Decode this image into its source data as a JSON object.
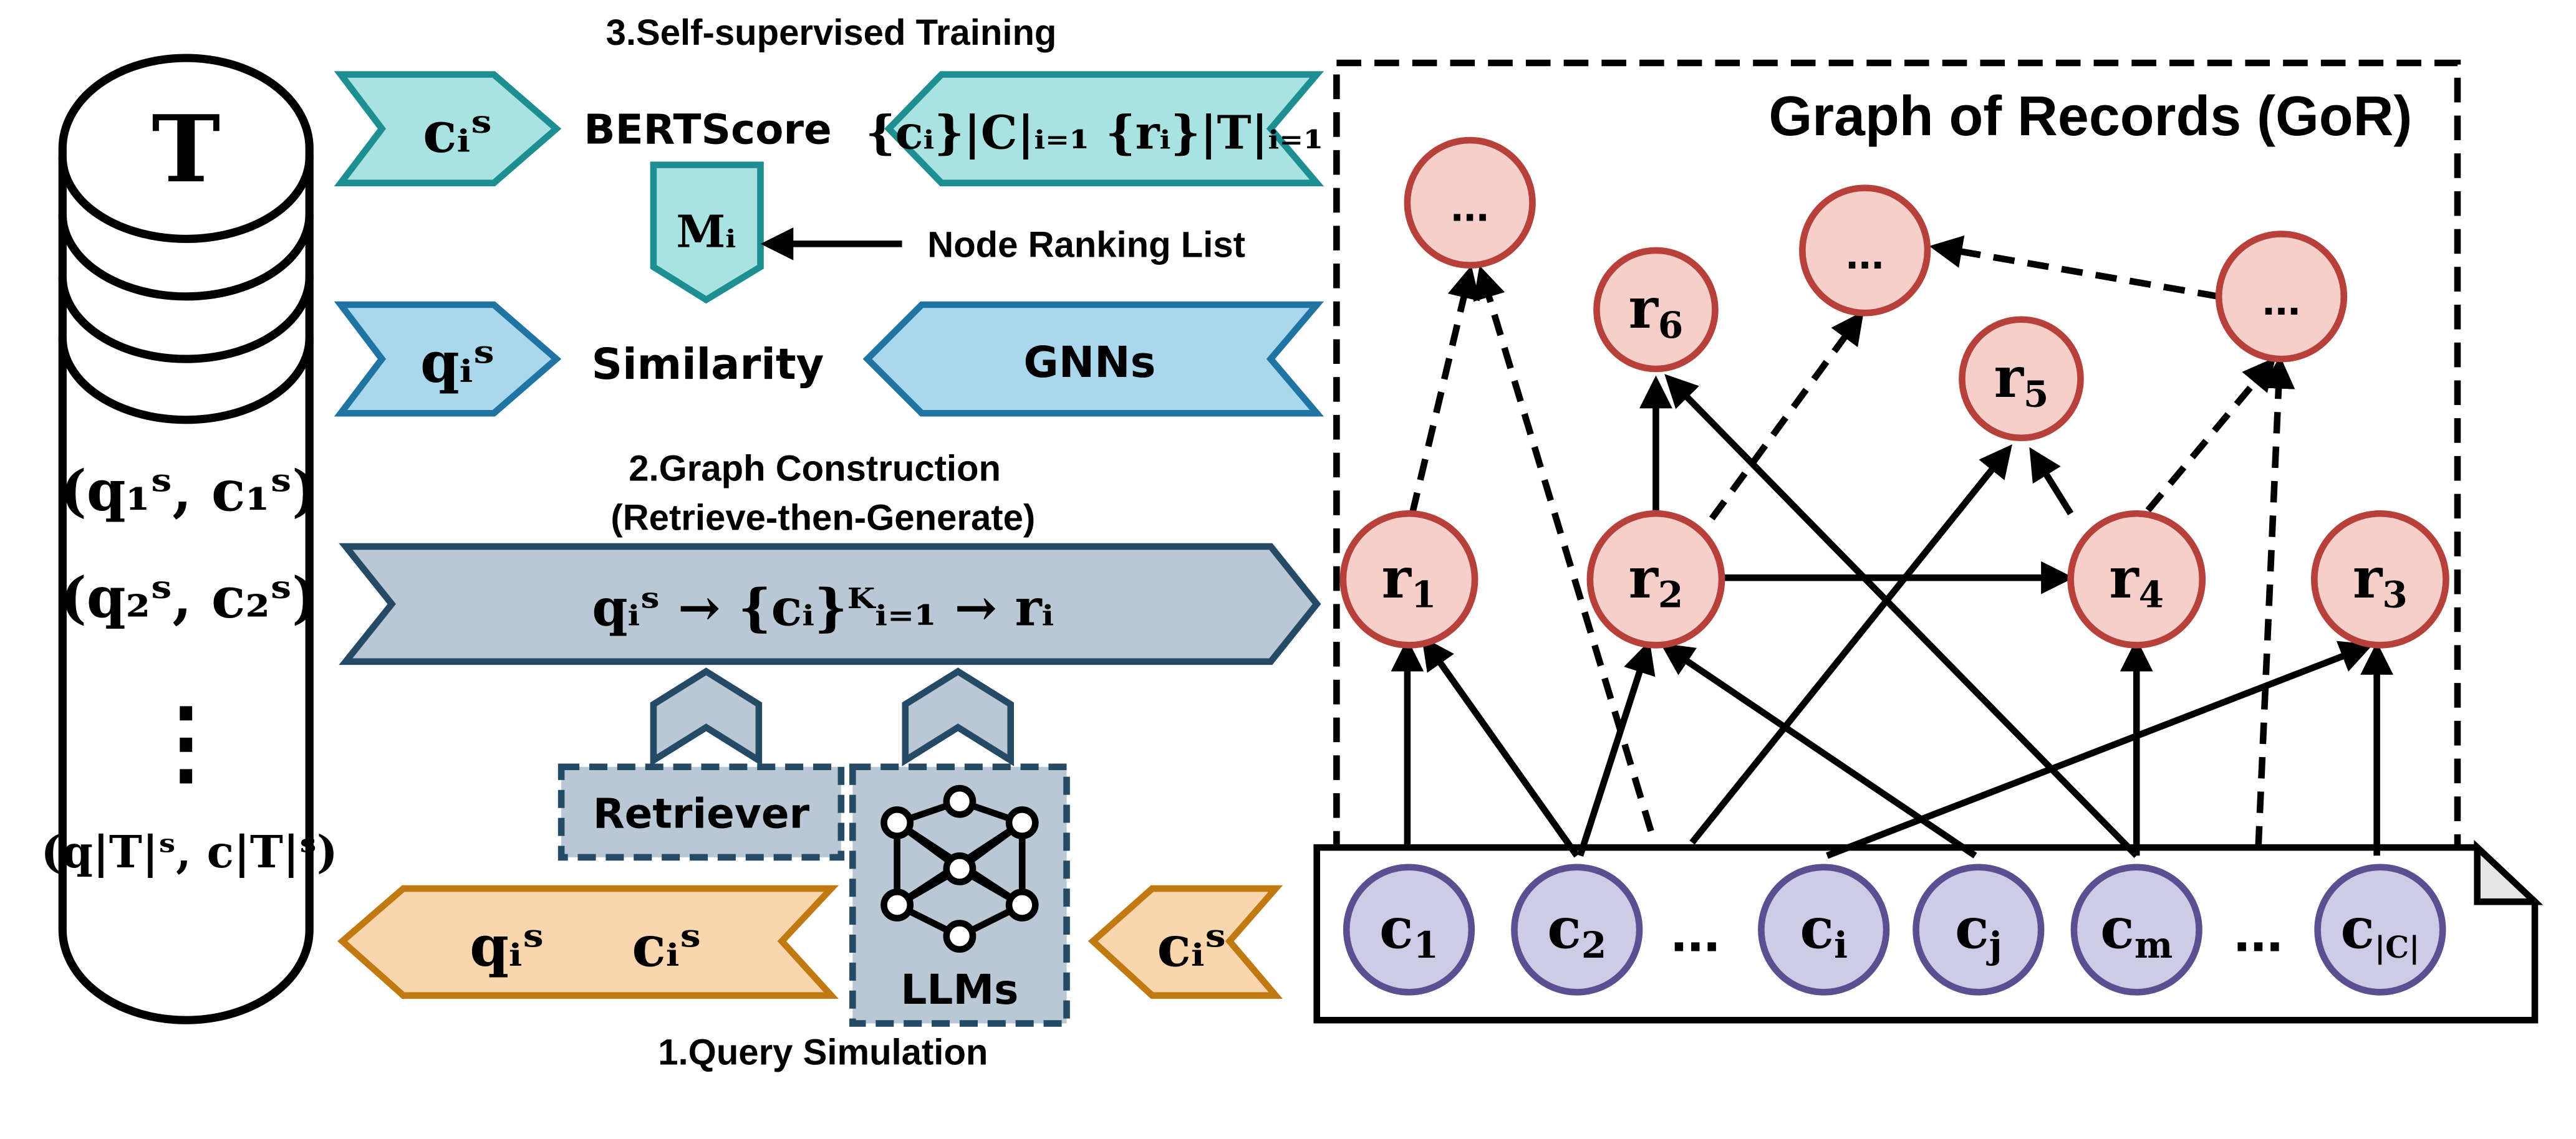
{
  "steps": {
    "training": "3.Self-supervised Training",
    "construction": "2.Graph Construction",
    "construction_sub": "(Retrieve-then-Generate)",
    "simulation": "1.Query Simulation"
  },
  "corpus": {
    "title": "T",
    "pair1": "(q₁ˢ, c₁ˢ)",
    "pair2": "(q₂ˢ, c₂ˢ)",
    "ellipsis": "⋮",
    "pairT": "(q|T|ˢ, c|T|ˢ)"
  },
  "training": {
    "c_label": "cᵢˢ",
    "bertscore": "BERTScore",
    "set_label": "{cᵢ}|C|ᵢ₌₁ {rᵢ}|T|ᵢ₌₁",
    "m_label": "Mᵢ",
    "node_ranking": "Node Ranking List",
    "q_label": "qᵢˢ",
    "similarity": "Similarity",
    "gnns": "GNNs"
  },
  "construction": {
    "formula": "qᵢˢ → {cᵢ}ᴷᵢ₌₁ → rᵢ",
    "retriever": "Retriever",
    "llms": "LLMs"
  },
  "simulation": {
    "q_label": "qᵢˢ",
    "c_label": "cᵢˢ",
    "c_input": "cᵢˢ"
  },
  "graph": {
    "title": "Graph of Records (GoR)",
    "records": [
      {
        "id": "r1",
        "base": "r",
        "sub": "1"
      },
      {
        "id": "r2",
        "base": "r",
        "sub": "2"
      },
      {
        "id": "r3",
        "base": "r",
        "sub": "3"
      },
      {
        "id": "r4",
        "base": "r",
        "sub": "4"
      },
      {
        "id": "r5",
        "base": "r",
        "sub": "5"
      },
      {
        "id": "r6",
        "base": "r",
        "sub": "6"
      },
      {
        "id": "e1",
        "base": "...",
        "sub": ""
      },
      {
        "id": "e2",
        "base": "...",
        "sub": ""
      },
      {
        "id": "e3",
        "base": "...",
        "sub": ""
      }
    ],
    "chunks": [
      {
        "id": "c1",
        "base": "c",
        "sub": "1"
      },
      {
        "id": "c2",
        "base": "c",
        "sub": "2"
      },
      {
        "id": "ci",
        "base": "c",
        "sub": "i"
      },
      {
        "id": "cj",
        "base": "c",
        "sub": "j"
      },
      {
        "id": "cm",
        "base": "c",
        "sub": "m"
      },
      {
        "id": "cC",
        "base": "c",
        "sub": "|C|"
      }
    ],
    "chunk_ellipsis": "..."
  },
  "colors": {
    "teal_fill": "#a8e3e2",
    "teal_stroke": "#1d8e91",
    "blue_fill": "#a9d8ec",
    "blue_stroke": "#1f74a3",
    "slate_fill": "#b9c8d4",
    "slate_stroke": "#244a66",
    "orange_fill": "#f9d6ad",
    "orange_stroke": "#c17a12",
    "record_fill": "#f6cfcb",
    "record_stroke": "#b8403a",
    "chunk_fill": "#cdcbe6",
    "chunk_stroke": "#5b4f91"
  }
}
